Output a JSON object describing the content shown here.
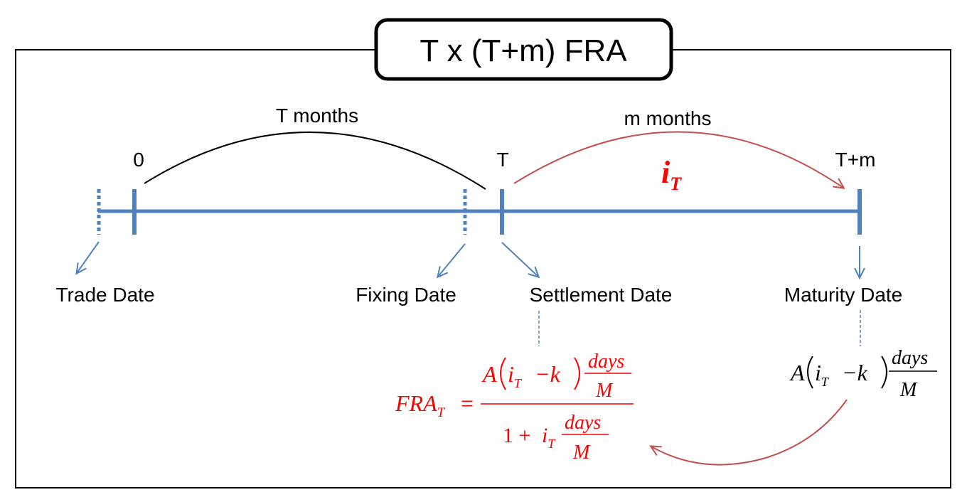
{
  "title": "T x (T+m) FRA",
  "arcs": {
    "t_months": "T months",
    "m_months": "m months"
  },
  "ticks": {
    "zero": "0",
    "t": "T",
    "t_plus_m": "T+m"
  },
  "rate_label": {
    "base": "i",
    "sub": "T"
  },
  "dates": {
    "trade": "Trade Date",
    "fixing": "Fixing Date",
    "settlement": "Settlement Date",
    "maturity": "Maturity Date"
  },
  "formula_settlement": {
    "lhs": "FRA",
    "lhs_sub": "T",
    "equals": "=",
    "A": "A",
    "i": "i",
    "i_sub": "T",
    "minus_k": "−k",
    "days": "days",
    "M": "M",
    "one_plus": "1 +"
  },
  "formula_maturity": {
    "A": "A",
    "i": "i",
    "i_sub": "T",
    "minus_k": "−k",
    "days": "days",
    "M": "M"
  },
  "colors": {
    "timeline": "#4f81bd",
    "arrow_blue": "#4f81bd",
    "arc_red": "#c0504d",
    "formula_red": "#ff0000",
    "text": "#000000"
  }
}
